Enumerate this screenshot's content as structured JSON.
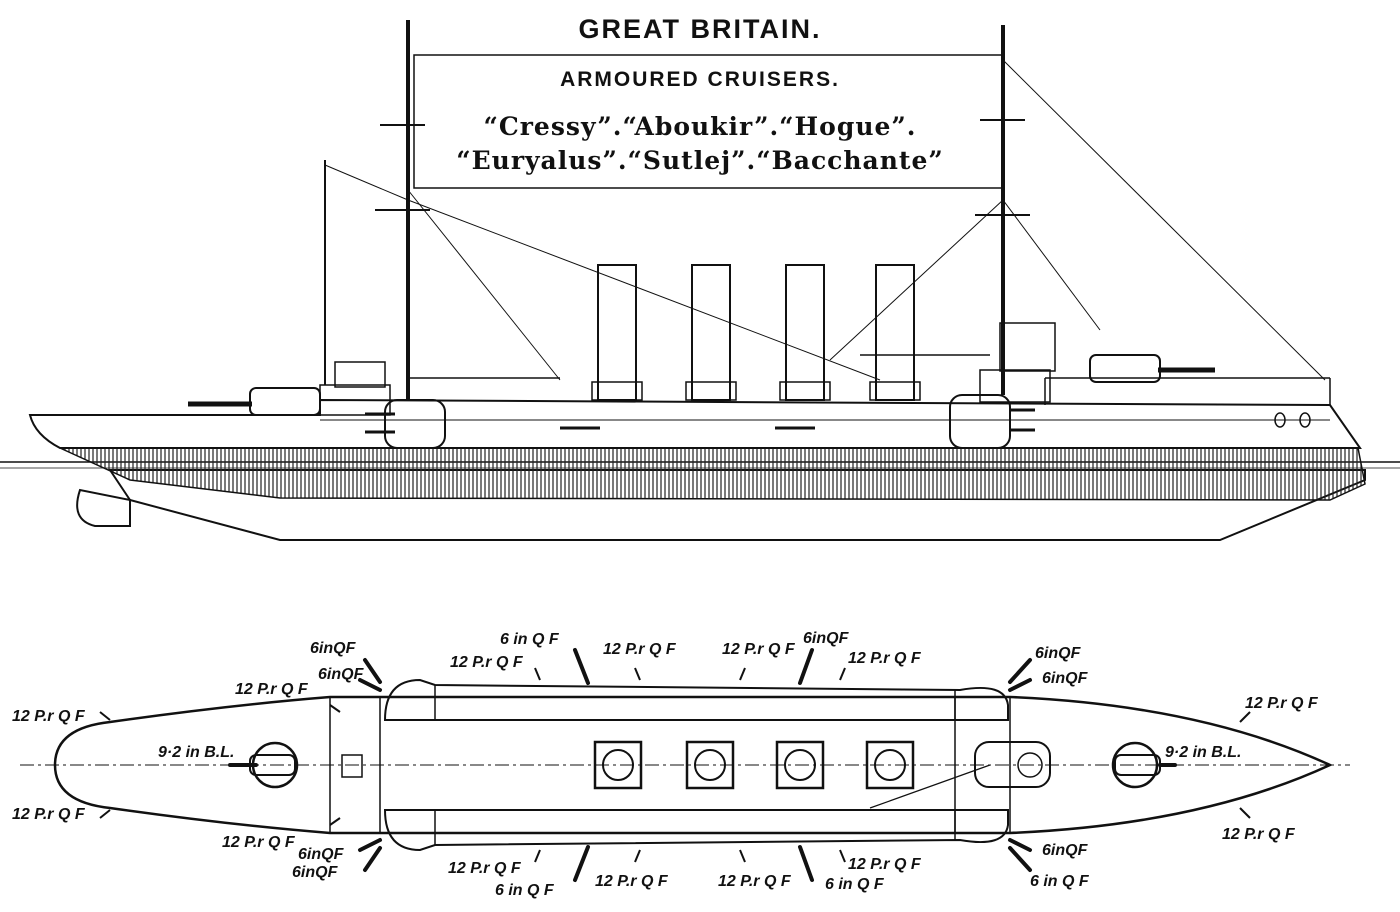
{
  "titles": {
    "country": "GREAT BRITAIN.",
    "type": "ARMOURED CRUISERS.",
    "ships_line1": "“Cressy”.“Aboukir”.“Hogue”.",
    "ships_line2": "“Euryalus”.“Sutlej”.“Bacchante”"
  },
  "labels": {
    "gun_6in": "6 in Q F",
    "gun_6in_b": "6inQF",
    "gun_12pr": "12 P.r Q F",
    "gun_92": "9·2 in B.L."
  }
}
